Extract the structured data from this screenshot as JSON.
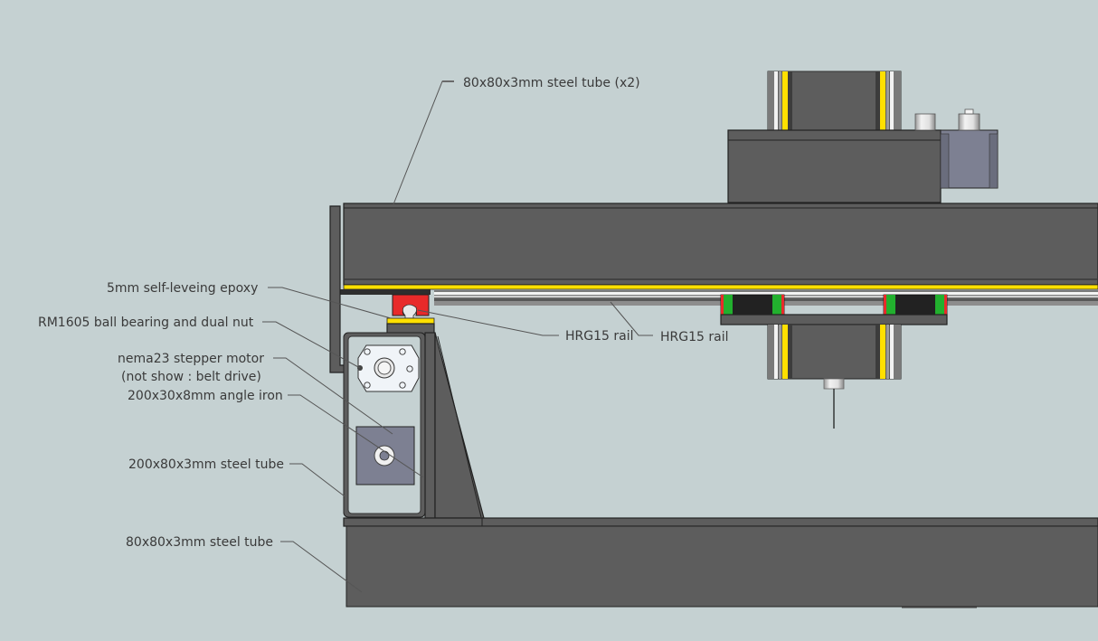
{
  "diagram": {
    "title": "CNC router gantry side view",
    "colors": {
      "background": "#c5d1d2",
      "steel": "#5d5d5d",
      "epoxy": "#ffe000",
      "rail_carriage": "#e82a2a",
      "bearing_block_green": "#22b02e",
      "motor_body": "#7d8092",
      "plate_white": "#f0f4f8"
    },
    "labels": {
      "top_tube": "80x80x3mm steel tube (x2)",
      "epoxy": "5mm self-leveing epoxy",
      "ballnut": "RM1605 ball bearing and dual nut",
      "stepper_line1": "nema23 stepper motor",
      "stepper_line2": "(not show : belt drive)",
      "angle_iron": "200x30x8mm angle iron",
      "side_tube": "200x80x3mm steel tube",
      "bottom_tube": "80x80x3mm steel tube",
      "rail_left": "HRG15 rail",
      "rail_right": "HRG15 rail"
    }
  }
}
